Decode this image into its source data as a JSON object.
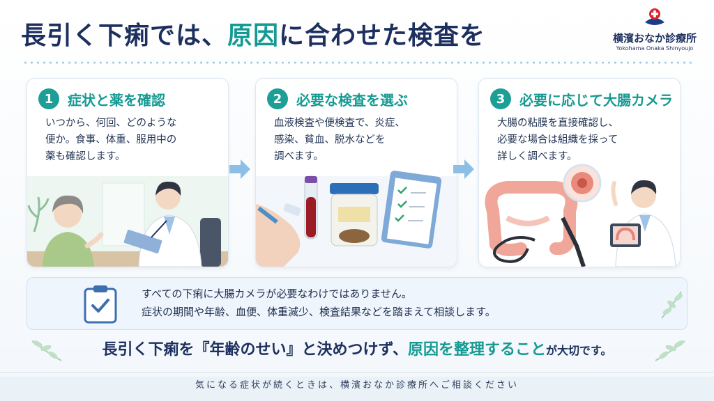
{
  "header": {
    "title_part1": "長引く下痢では、",
    "title_accent": "原因",
    "title_part2": "に合わせた検査を"
  },
  "logo": {
    "name": "横濱おなか診療所",
    "subtitle": "Yokohama Onaka Shinyoujo",
    "icon": "hospital-cross-logo-icon"
  },
  "steps": [
    {
      "number": "1",
      "title": "症状と薬を確認",
      "lines": [
        "いつから、何回、どのような",
        "便か。食事、体重、服用中の",
        "薬も確認します。"
      ],
      "illustration": "doctor-patient-consultation"
    },
    {
      "number": "2",
      "title": "必要な検査を選ぶ",
      "lines": [
        "血液検査や便検査で、炎症、",
        "感染、貧血、脱水などを",
        "調べます。"
      ],
      "illustration": "blood-test-stool-sample-checklist"
    },
    {
      "number": "3",
      "title": "必要に応じて大腸カメラ",
      "lines": [
        "大腸の粘膜を直接確認し、",
        "必要な場合は組織を採って",
        "詳しく調べます。"
      ],
      "illustration": "colon-endoscope-doctor"
    }
  ],
  "notice": {
    "line1": "すべての下痢に大腸カメラが必要なわけではありません。",
    "line2": "症状の期間や年齢、血便、体重減少、検査結果などを踏まえて相談します。",
    "icon": "clipboard-check-icon"
  },
  "message": {
    "part1": "長引く下痢を『年齢のせい』と決めつけず、",
    "accent": "原因を整理すること",
    "part2": "が大切です。"
  },
  "footer": {
    "text": "気になる症状が続くときは、横濱おなか診療所へご相談ください"
  },
  "colors": {
    "navy": "#1c2f5e",
    "teal": "#159a92",
    "arrow_blue": "#8dbfe6",
    "logo_red": "#d7262e"
  }
}
